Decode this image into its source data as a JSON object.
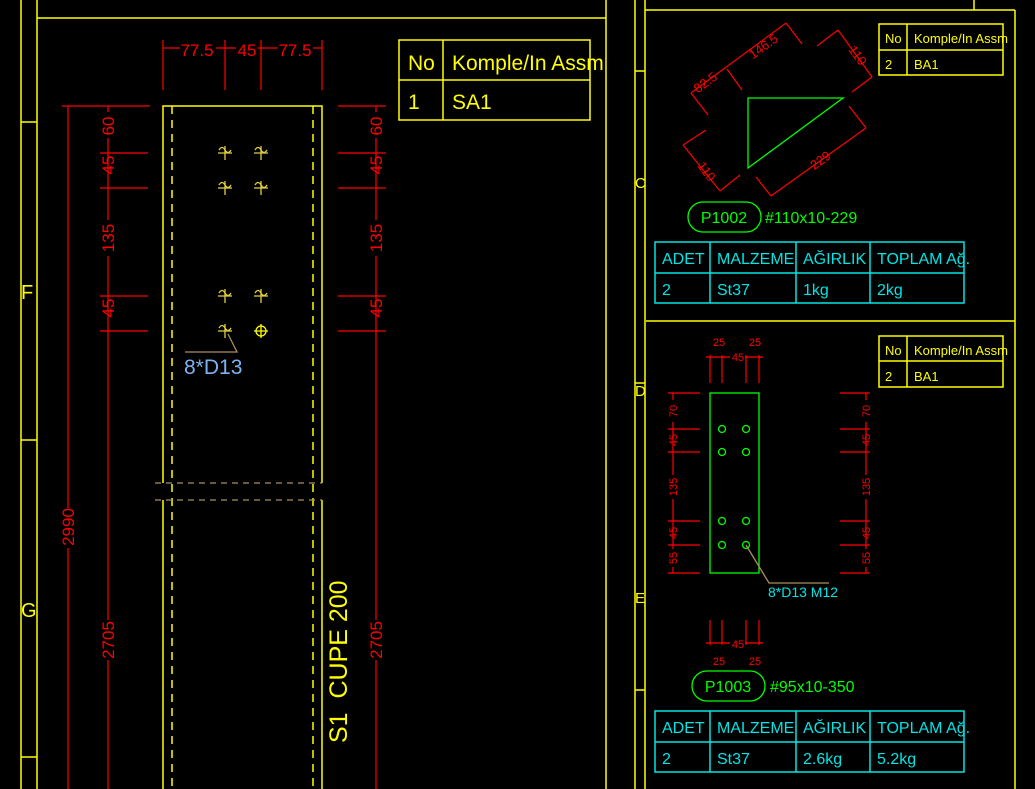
{
  "colors": {
    "frame": "#ffff00",
    "dimension": "#ff0000",
    "plate": "#00ff00",
    "table": "#00e5e5",
    "bolt_label": "#7fb2f0",
    "leader": "#a89060",
    "background": "#000000"
  },
  "grid_labels": {
    "left": [
      "F",
      "G"
    ],
    "right": [
      "C",
      "D",
      "E"
    ]
  },
  "column_view": {
    "top_dims": [
      "77.5",
      "45",
      "77.5"
    ],
    "left_dims": [
      "60",
      "45",
      "135",
      "45"
    ],
    "right_dims": [
      "60",
      "45",
      "135",
      "45"
    ],
    "overall_dim": "2990",
    "length_dim_left": "2705",
    "length_dim_right": "2705",
    "bolt_label": "8*D13",
    "member_label": "S1  CUPE 200",
    "assembly_table": {
      "headers": [
        "No",
        "Komple/In Assm"
      ],
      "row": [
        "1",
        "SA1"
      ]
    }
  },
  "part_p1002": {
    "assembly_table": {
      "headers": [
        "No",
        "Komple/In Assm"
      ],
      "row": [
        "2",
        "BA1"
      ]
    },
    "dims": {
      "a": "82.5",
      "b": "146.5",
      "c": "110",
      "d": "229",
      "e": "110"
    },
    "mark": "P1002",
    "profile": "#110x10-229",
    "bom": {
      "headers": [
        "ADET",
        "MALZEME",
        "AĞIRLIK",
        "TOPLAM Ağ."
      ],
      "row": [
        "2",
        "St37",
        "1kg",
        "2kg"
      ]
    }
  },
  "part_p1003": {
    "assembly_table": {
      "headers": [
        "No",
        "Komple/In Assm"
      ],
      "row": [
        "2",
        "BA1"
      ]
    },
    "top_dims": [
      "25",
      "45",
      "25"
    ],
    "bottom_dims": [
      "25",
      "45",
      "25"
    ],
    "left_dims": [
      "70",
      "45",
      "135",
      "45",
      "55"
    ],
    "right_dims": [
      "70",
      "45",
      "135",
      "45",
      "55"
    ],
    "bolt_label": "8*D13 M12",
    "mark": "P1003",
    "profile": "#95x10-350",
    "bom": {
      "headers": [
        "ADET",
        "MALZEME",
        "AĞIRLIK",
        "TOPLAM Ağ."
      ],
      "row": [
        "2",
        "St37",
        "2.6kg",
        "5.2kg"
      ]
    }
  }
}
